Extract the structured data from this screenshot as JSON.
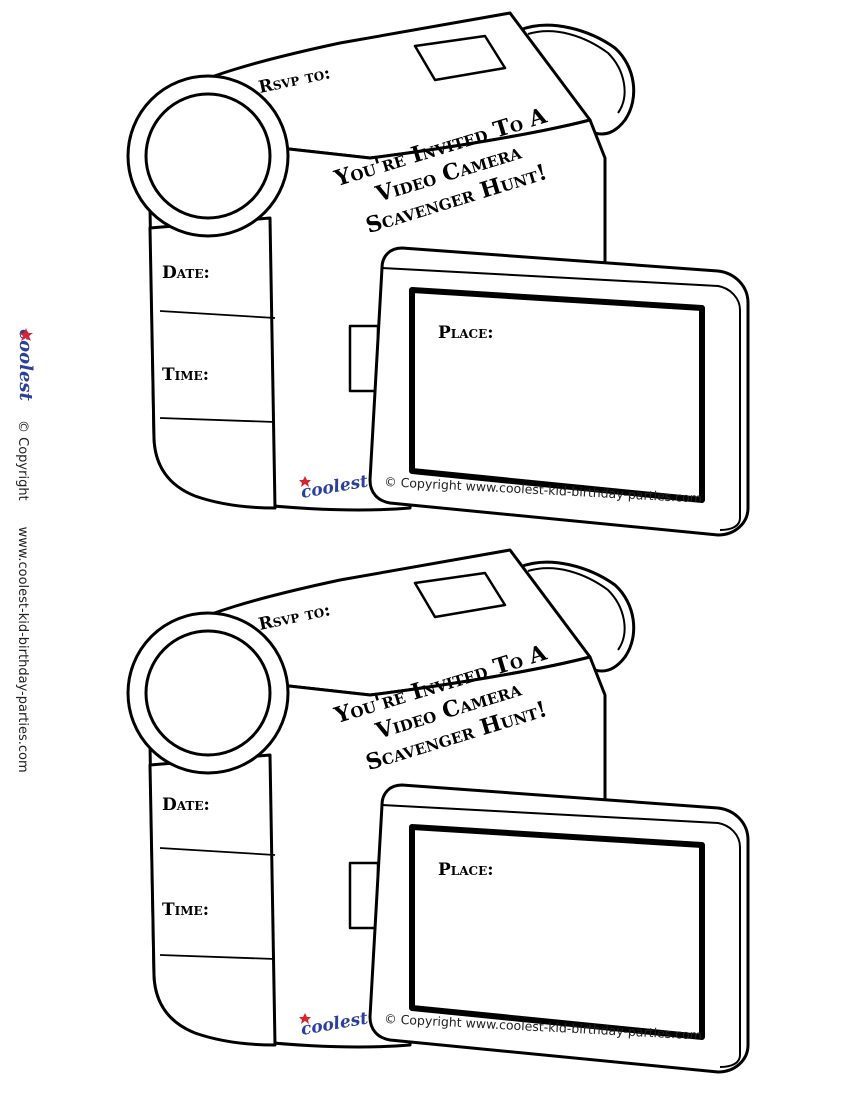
{
  "invitations": [
    {
      "rsvp_label": "Rsvp to:",
      "title_line1": "You're Invited To A",
      "title_line2": "Video Camera",
      "title_line3": "Scavenger Hunt!",
      "date_label": "Date:",
      "time_label": "Time:",
      "place_label": "Place:",
      "copyright": "© Copyright  www.coolest-kid-birthday-parties.com",
      "logo_text": "coolest"
    },
    {
      "rsvp_label": "Rsvp to:",
      "title_line1": "You're Invited To A",
      "title_line2": "Video Camera",
      "title_line3": "Scavenger Hunt!",
      "date_label": "Date:",
      "time_label": "Time:",
      "place_label": "Place:",
      "copyright": "© Copyright  www.coolest-kid-birthday-parties.com",
      "logo_text": "coolest"
    }
  ],
  "sidebar": {
    "logo_text": "coolest",
    "copyright": "© Copyright",
    "url": "www.coolest-kid-birthday-parties.com"
  },
  "colors": {
    "outline": "#000000",
    "logo_blue": "#2b3f9e",
    "logo_red": "#d9262c"
  }
}
